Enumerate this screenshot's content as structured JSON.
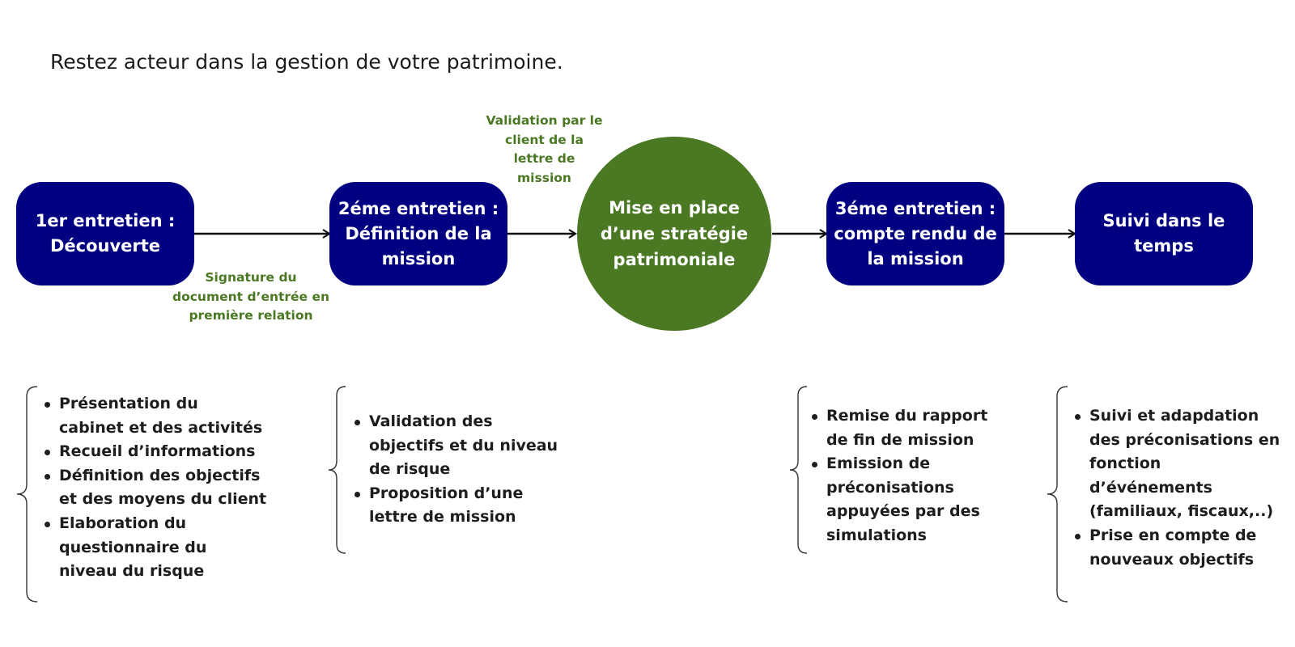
{
  "title": "Restez acteur dans la gestion de votre patrimoine.",
  "colors": {
    "navy": "#010080",
    "green": "#4a7823",
    "text": "#1d1d1d"
  },
  "steps": [
    {
      "lines": [
        "1er entretien :",
        "Découverte"
      ]
    },
    {
      "lines": [
        "2éme entretien :",
        "Définition de la",
        "mission"
      ]
    },
    {
      "lines": [
        "Mise en place",
        "d’une stratégie",
        "patrimoniale"
      ]
    },
    {
      "lines": [
        "3éme entretien :",
        "compte rendu de",
        "la mission"
      ]
    },
    {
      "lines": [
        "Suivi dans le",
        "temps"
      ]
    }
  ],
  "notes": [
    {
      "lines": [
        "Signature du",
        "document d’entrée en",
        "première  relation"
      ]
    },
    {
      "lines": [
        "Validation par le",
        "client de la",
        "lettre de",
        "mission"
      ]
    }
  ],
  "groups": [
    {
      "items": [
        [
          "Présentation du",
          "cabinet et des activités"
        ],
        [
          "Recueil d’informations"
        ],
        [
          "Définition des objectifs",
          "et des moyens du client"
        ],
        [
          "Elaboration du",
          "questionnaire du",
          "niveau du risque"
        ]
      ]
    },
    {
      "items": [
        [
          "Validation des",
          "objectifs et du niveau",
          "de risque"
        ],
        [
          "Proposition d’une",
          "lettre de mission"
        ]
      ]
    },
    {
      "items": [
        [
          "Remise du rapport",
          "de fin de mission"
        ],
        [
          "Emission de",
          "préconisations",
          "appuyées par des",
          "simulations"
        ]
      ]
    },
    {
      "items": [
        [
          "Suivi et adapdation",
          "des préconisations en",
          "fonction",
          "d’événements",
          "(familiaux, fiscaux,..)"
        ],
        [
          "Prise en compte de",
          "nouveaux objectifs"
        ]
      ]
    }
  ]
}
